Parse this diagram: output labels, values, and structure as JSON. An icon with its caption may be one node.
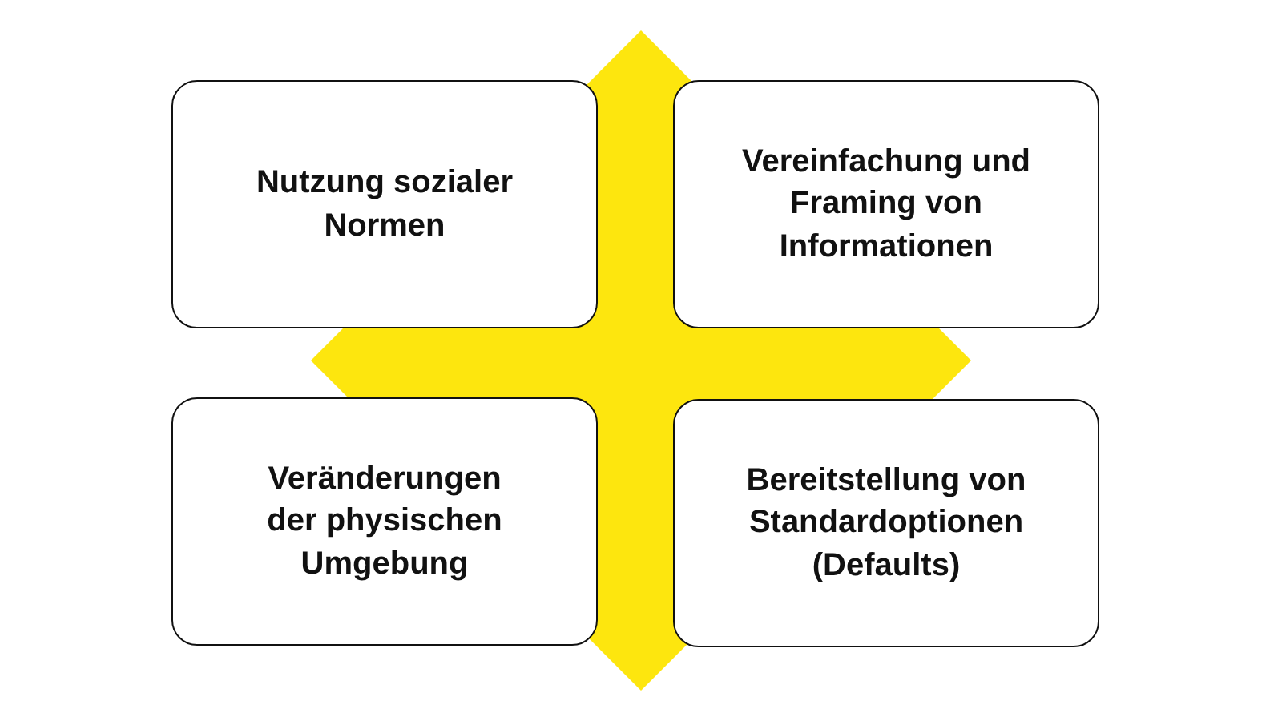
{
  "diagram": {
    "nodes": [
      {
        "text": [
          "Nutzung sozialer Normen"
        ]
      },
      {
        "text": [
          "Vereinfachung und Framing von Informationen"
        ]
      },
      {
        "text": [
          "Veränderungen der physischen Umgebung"
        ]
      },
      {
        "text": [
          "Bereitstellung von Standardoptionen (Defaults)"
        ]
      }
    ]
  }
}
